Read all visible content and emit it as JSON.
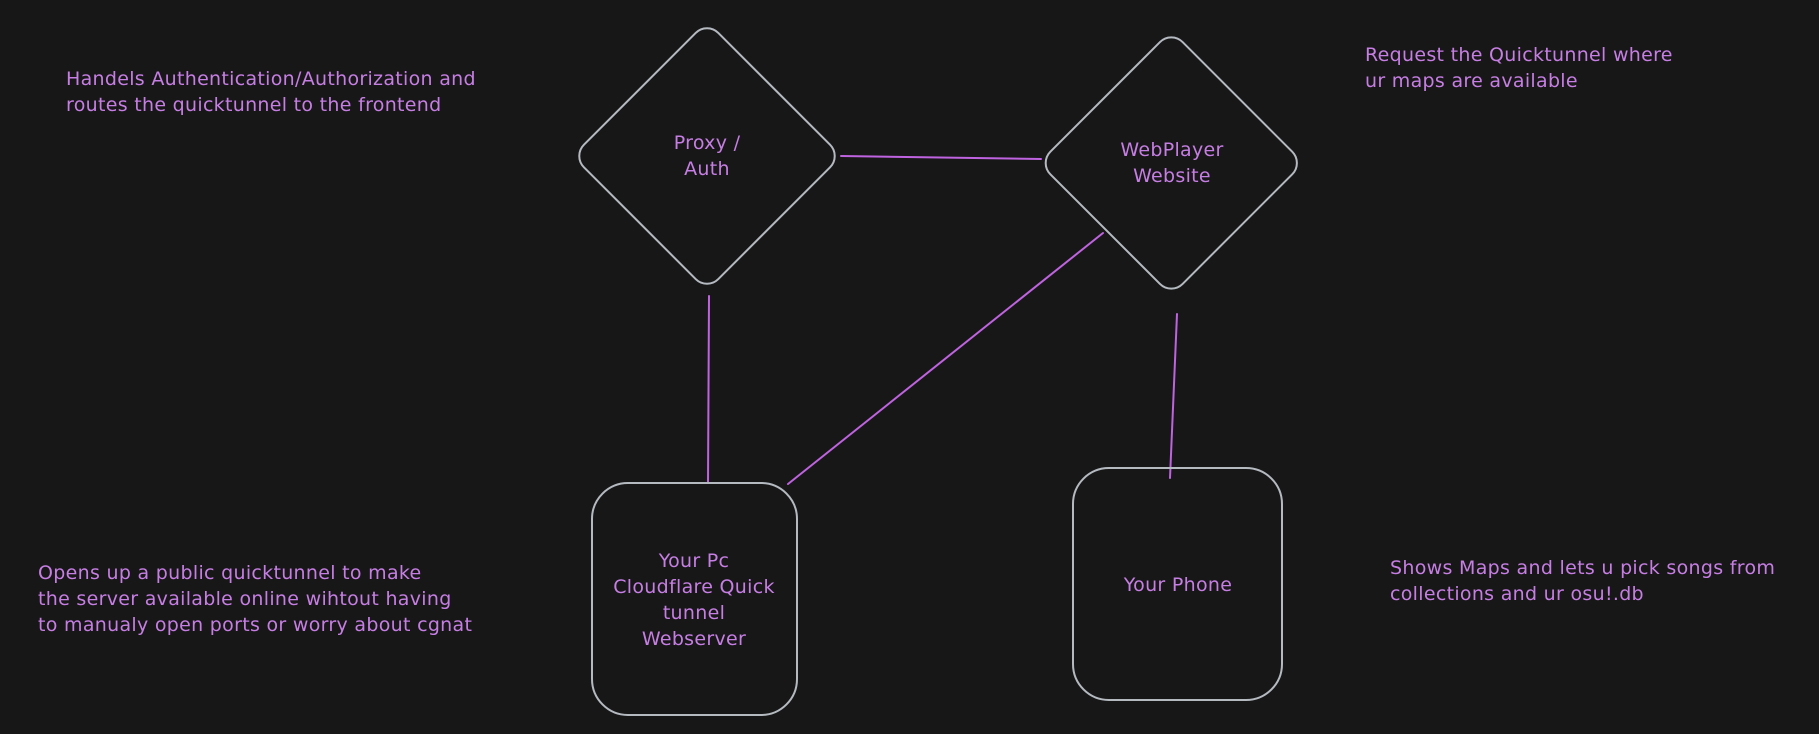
{
  "app": {
    "name": "diagram-canvas",
    "theme": "dark"
  },
  "theme": {
    "background": "#171717",
    "shape_stroke": "#b4bac0",
    "connector_color": "#bf63e0",
    "text_color": "#c77ee4"
  },
  "nodes": [
    {
      "id": "proxy-auth",
      "shape": "diamond",
      "label": "Proxy /\nAuth"
    },
    {
      "id": "webplayer-website",
      "shape": "diamond",
      "label": "WebPlayer\nWebsite"
    },
    {
      "id": "your-pc",
      "shape": "rounded-rect",
      "label": "Your Pc\nCloudflare Quick\ntunnel\nWebserver"
    },
    {
      "id": "your-phone",
      "shape": "rounded-rect",
      "label": "Your Phone"
    }
  ],
  "edges": [
    {
      "id": "proxy-to-webplayer",
      "from": "proxy-auth",
      "to": "webplayer-website"
    },
    {
      "id": "proxy-to-pc",
      "from": "proxy-auth",
      "to": "your-pc"
    },
    {
      "id": "webplayer-to-pc",
      "from": "webplayer-website",
      "to": "your-pc"
    },
    {
      "id": "webplayer-to-phone",
      "from": "webplayer-website",
      "to": "your-phone"
    }
  ],
  "annotations": [
    {
      "id": "note-top-left",
      "text": "Handels Authentication/Authorization and\nroutes the quicktunnel to the frontend"
    },
    {
      "id": "note-top-right",
      "text": "Request the Quicktunnel where\nur maps are available"
    },
    {
      "id": "note-bottom-left",
      "text": "Opens up a public quicktunnel to make\nthe server available online wihtout having\nto manualy open ports or worry about cgnat"
    },
    {
      "id": "note-bottom-right",
      "text": "Shows Maps and lets u pick songs from\ncollections and ur osu!.db"
    }
  ]
}
